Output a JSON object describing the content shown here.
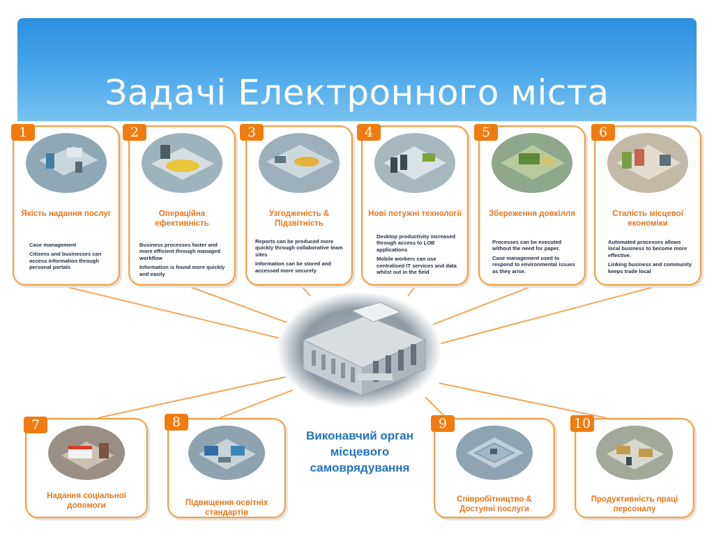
{
  "slide_title": "Задачі Електронного міста",
  "center_caption": "Виконавчий орган місцевого самоврядування",
  "top_cards": [
    {
      "number": "1",
      "title": "Якість надання послуг",
      "points": [
        "Case management",
        "Citizens and businesses can access information through personal portals"
      ]
    },
    {
      "number": "2",
      "title": "Операційна ефективність",
      "points": [
        "Business processes faster and more efficient through managed workflow",
        "Information is found more quickly and easily"
      ]
    },
    {
      "number": "3",
      "title": "Узгодженість & Підзвітність",
      "points": [
        "Reports can be produced more quickly through collaborative team sites",
        "Information can be stored and accessed more securely"
      ]
    },
    {
      "number": "4",
      "title": "Нові потужні технології",
      "points": [
        "Desktop productivity increased through access to LOB applications",
        "Mobile workers can use centralised IT services and data whilst out in the field"
      ]
    },
    {
      "number": "5",
      "title": "Збереження довкілля",
      "points": [
        "Processes can be executed without the need for paper.",
        "Case management used to respond to environmental issues as they arise."
      ]
    },
    {
      "number": "6",
      "title": "Сталість місцевої економіки",
      "points": [
        "Automated processes allows local  business to become more effective.",
        "Linking business and community keeps trade local"
      ]
    }
  ],
  "bottom_cards": [
    {
      "number": "7",
      "title": "Надання соціальної допомоги"
    },
    {
      "number": "8",
      "title": "Підвищення освітніх стандартів"
    },
    {
      "number": "9",
      "title": "Співробітництво & Доступні послуги"
    },
    {
      "number": "10",
      "title": "Продуктивність праці персоналу"
    }
  ],
  "colors": {
    "accent_orange": "#f07c10",
    "title_orange": "#e8761b",
    "banner_blue": "#3d9de6",
    "caption_blue": "#2473bd"
  }
}
